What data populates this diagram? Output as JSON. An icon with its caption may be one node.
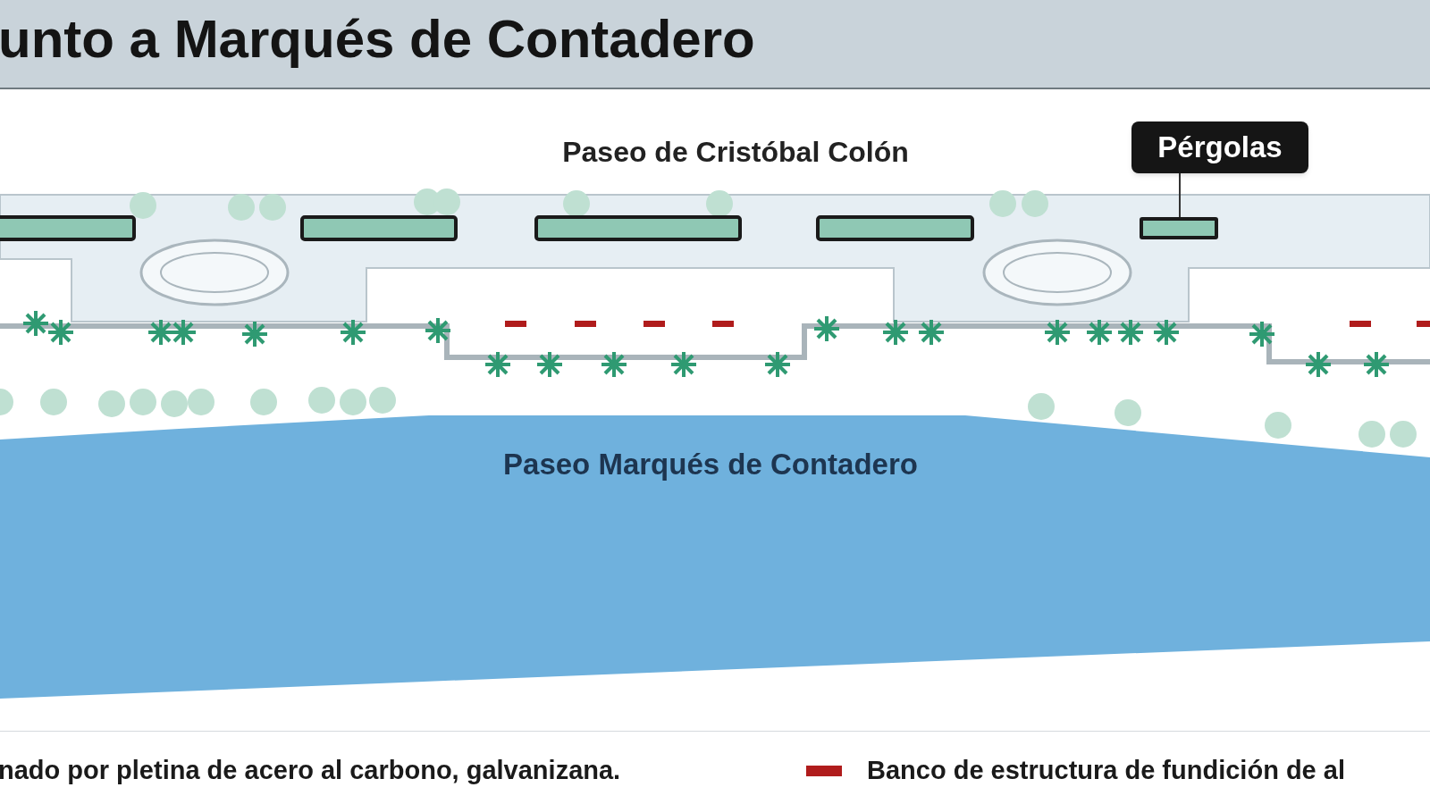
{
  "diagram": {
    "title": "unto a Marqués de Contadero",
    "nodes": [
      {
        "text": [
          "Pérgolas"
        ]
      },
      {
        "text": [],
        "shape": "bar"
      }
    ],
    "edges": [
      {
        "from": 0,
        "to": 1,
        "arrow": "none"
      }
    ],
    "labels": [
      "Paseo de Cristóbal Colón",
      "Paseo Marqués de Contadero"
    ],
    "legend": [
      {
        "text": "nado por pletina de acero al carbono, galvanizana."
      },
      {
        "text": "Banco de estructura de fundición de al",
        "color": "#b01c1c"
      }
    ]
  }
}
